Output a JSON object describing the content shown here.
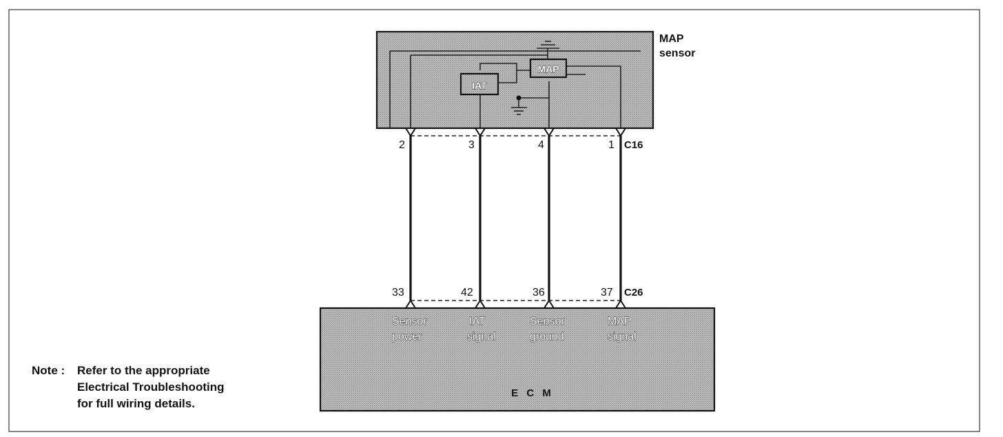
{
  "map_sensor": {
    "label_line1": "MAP",
    "label_line2": "sensor",
    "iat_element": "IAT",
    "map_element": "MAP"
  },
  "connector_top": {
    "name": "C16",
    "pins": [
      "2",
      "3",
      "4",
      "1"
    ]
  },
  "connector_bottom": {
    "name": "C26",
    "pins": [
      "33",
      "42",
      "36",
      "37"
    ]
  },
  "ecm": {
    "name": "E C M",
    "signals": [
      {
        "line1": "Sensor",
        "line2": "power"
      },
      {
        "line1": "IAT",
        "line2": "signal"
      },
      {
        "line1": "Sensor",
        "line2": "ground"
      },
      {
        "line1": "MAP",
        "line2": "signal"
      }
    ]
  },
  "note": {
    "prefix": "Note :",
    "line1": "Refer to the appropriate",
    "line2": "Electrical Troubleshooting",
    "line3": "for full wiring details."
  }
}
